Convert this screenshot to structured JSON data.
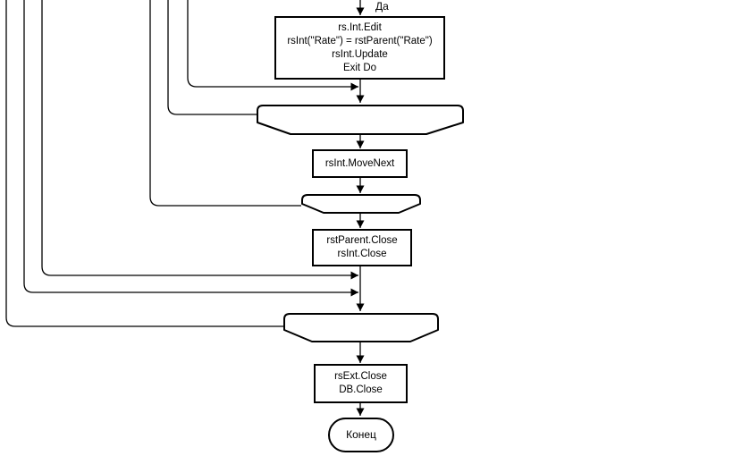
{
  "diagram": {
    "labels": {
      "yes": "Да"
    },
    "nodes": {
      "edit_update": {
        "type": "process",
        "lines": [
          "rs.Int.Edit",
          "rsInt(\"Rate\") = rstParent(\"Rate\")",
          "rsInt.Update",
          "Exit Do"
        ]
      },
      "move_next": {
        "type": "process",
        "lines": [
          "rsInt.MoveNext"
        ]
      },
      "close_recordsets": {
        "type": "process",
        "lines": [
          "rstParent.Close",
          "rsInt.Close"
        ]
      },
      "close_db": {
        "type": "process",
        "lines": [
          "rsExt.Close",
          "DB.Close"
        ]
      },
      "end_terminal": {
        "type": "terminator",
        "label": "Конец"
      },
      "loop_ends": [
        "loop-end-1",
        "loop-end-2",
        "loop-end-3"
      ]
    },
    "colors": {
      "stroke": "#000000",
      "background": "#ffffff",
      "node_fill": "#ffffff"
    }
  }
}
